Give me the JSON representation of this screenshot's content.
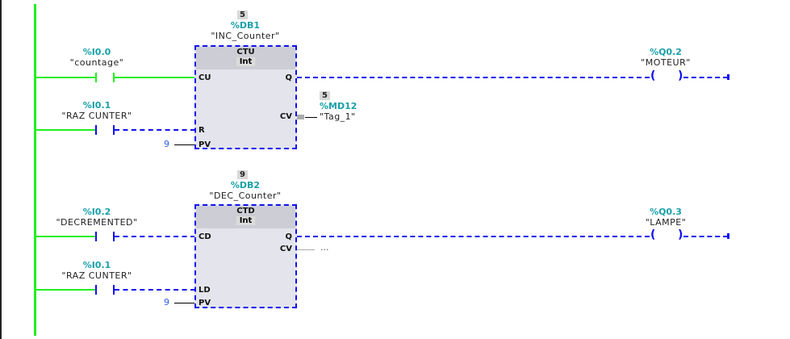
{
  "networks": [
    {
      "instance": {
        "value": "5",
        "address": "%DB1",
        "name": "\"INC_Counter\""
      },
      "block": {
        "type": "CTU",
        "datatype": "Int",
        "inputs": [
          "CU",
          "R",
          "PV"
        ],
        "outputs": [
          "Q",
          "CV"
        ]
      },
      "contacts": [
        {
          "address": "%I0.0",
          "name": "\"countage\"",
          "state": "energized"
        },
        {
          "address": "%I0.1",
          "name": "\"RAZ CUNTER\"",
          "state": "not-energized"
        }
      ],
      "pv_value": "9",
      "cv": {
        "value": "5",
        "address": "%MD12",
        "name": "\"Tag_1\""
      },
      "coil": {
        "address": "%Q0.2",
        "name": "\"MOTEUR\""
      }
    },
    {
      "instance": {
        "value": "9",
        "address": "%DB2",
        "name": "\"DEC_Counter\""
      },
      "block": {
        "type": "CTD",
        "datatype": "Int",
        "inputs": [
          "CD",
          "LD",
          "PV"
        ],
        "outputs": [
          "Q",
          "CV"
        ]
      },
      "contacts": [
        {
          "address": "%I0.2",
          "name": "\"DECREMENTED\"",
          "state": "not-energized"
        },
        {
          "address": "%I0.1",
          "name": "\"RAZ CUNTER\"",
          "state": "not-energized"
        }
      ],
      "pv_value": "9",
      "cv": {
        "placeholder": "..."
      },
      "coil": {
        "address": "%Q0.3",
        "name": "\"LAMPE\""
      }
    }
  ],
  "colors": {
    "power_flow": "#22ee22",
    "no_flow": "#1010f0",
    "address": "#18a0a8"
  }
}
